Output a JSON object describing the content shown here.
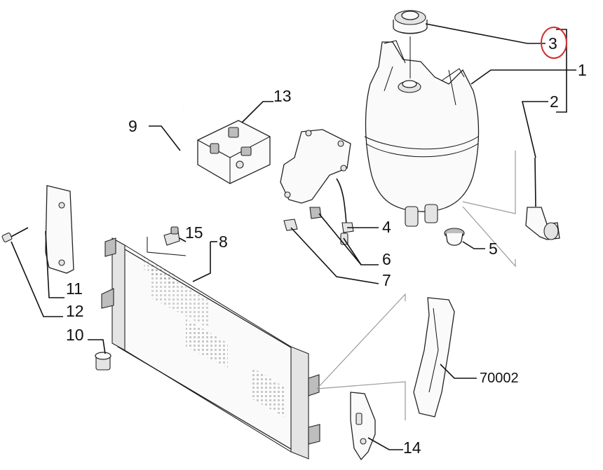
{
  "diagram": {
    "highlight_color": "#d32f2f",
    "callouts": [
      {
        "id": "p1",
        "label": "1"
      },
      {
        "id": "p2",
        "label": "2"
      },
      {
        "id": "p3",
        "label": "3"
      },
      {
        "id": "p4",
        "label": "4"
      },
      {
        "id": "p5",
        "label": "5"
      },
      {
        "id": "p6",
        "label": "6"
      },
      {
        "id": "p7",
        "label": "7"
      },
      {
        "id": "p8",
        "label": "8"
      },
      {
        "id": "p9",
        "label": "9"
      },
      {
        "id": "p10",
        "label": "10"
      },
      {
        "id": "p11",
        "label": "11"
      },
      {
        "id": "p12",
        "label": "12"
      },
      {
        "id": "p13",
        "label": "13"
      },
      {
        "id": "p14",
        "label": "14"
      },
      {
        "id": "p15",
        "label": "15"
      },
      {
        "id": "p70002",
        "label": "70002"
      }
    ],
    "highlighted": "3"
  }
}
